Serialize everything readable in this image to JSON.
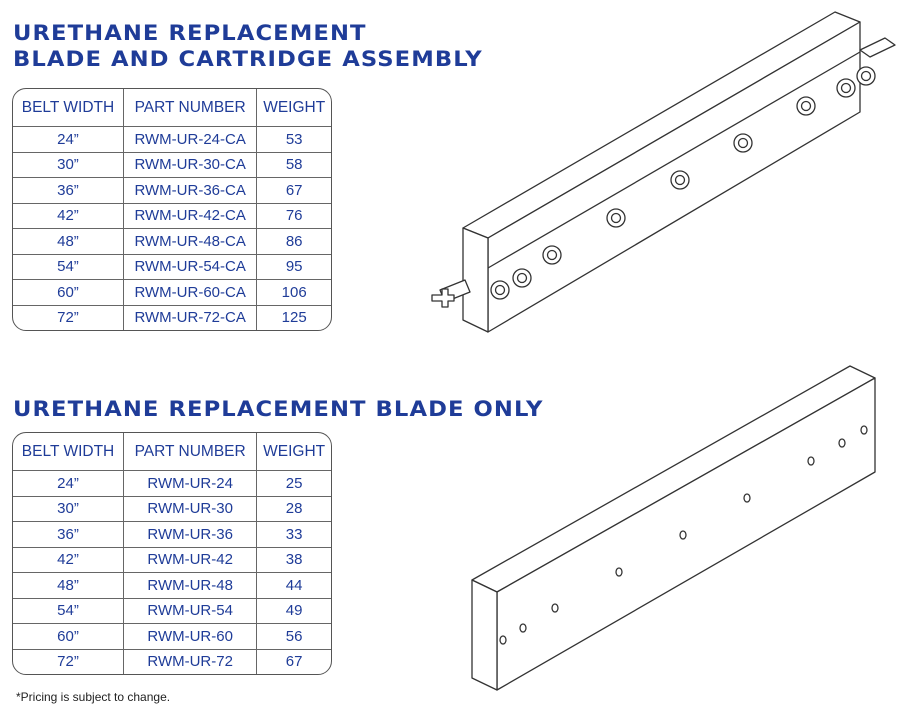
{
  "section1": {
    "title_line1": "URETHANE REPLACEMENT",
    "title_line2": "BLADE AND CARTRIDGE ASSEMBLY",
    "headers": [
      "BELT WIDTH",
      "PART NUMBER",
      "WEIGHT"
    ],
    "rows": [
      [
        "24”",
        "RWM-UR-24-CA",
        "53"
      ],
      [
        "30”",
        "RWM-UR-30-CA",
        "58"
      ],
      [
        "36”",
        "RWM-UR-36-CA",
        "67"
      ],
      [
        "42”",
        "RWM-UR-42-CA",
        "76"
      ],
      [
        "48”",
        "RWM-UR-48-CA",
        "86"
      ],
      [
        "54”",
        "RWM-UR-54-CA",
        "95"
      ],
      [
        "60”",
        "RWM-UR-60-CA",
        "106"
      ],
      [
        "72”",
        "RWM-UR-72-CA",
        "125"
      ]
    ]
  },
  "section2": {
    "title": "URETHANE REPLACEMENT BLADE ONLY",
    "headers": [
      "BELT WIDTH",
      "PART NUMBER",
      "WEIGHT"
    ],
    "rows": [
      [
        "24”",
        "RWM-UR-24",
        "25"
      ],
      [
        "30”",
        "RWM-UR-30",
        "28"
      ],
      [
        "36”",
        "RWM-UR-36",
        "33"
      ],
      [
        "42”",
        "RWM-UR-42",
        "38"
      ],
      [
        "48”",
        "RWM-UR-48",
        "44"
      ],
      [
        "54”",
        "RWM-UR-54",
        "49"
      ],
      [
        "60”",
        "RWM-UR-60",
        "56"
      ],
      [
        "72”",
        "RWM-UR-72",
        "67"
      ]
    ]
  },
  "footnote": "*Pricing is subject to change.",
  "colors": {
    "accent": "#1f3c98"
  }
}
